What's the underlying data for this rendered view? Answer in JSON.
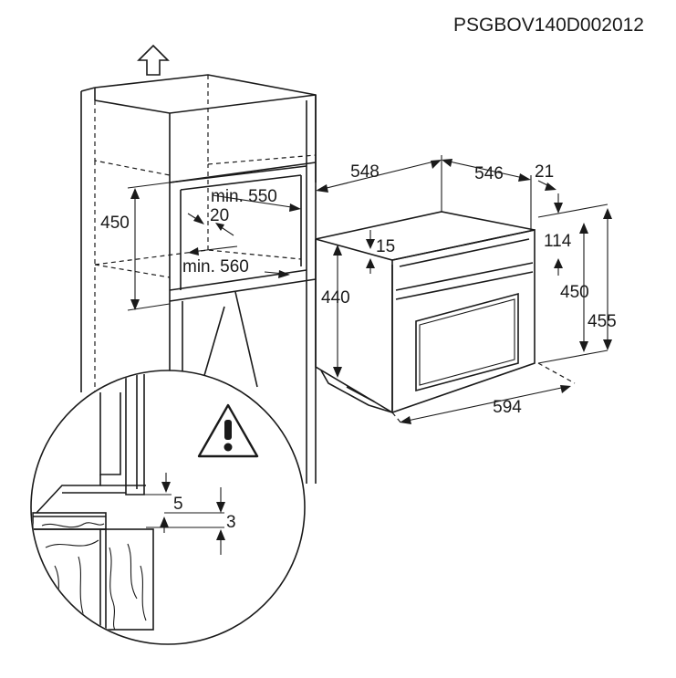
{
  "drawing_code": "PSGBOV140D002012",
  "niche": {
    "height_450": "450",
    "min_width": "min. 550",
    "gap_20": "20",
    "min_depth": "min. 560"
  },
  "oven": {
    "depth_548": "548",
    "depth_546": "546",
    "offset_21": "21",
    "front_15": "15",
    "height_440": "440",
    "panel_114": "114",
    "height_450": "450",
    "height_455": "455",
    "width_594": "594"
  },
  "detail": {
    "gap_5": "5",
    "gap_3": "3",
    "warning_icon": "warning-triangle-icon"
  },
  "icons": {
    "ventilation": "up-arrow-icon"
  }
}
